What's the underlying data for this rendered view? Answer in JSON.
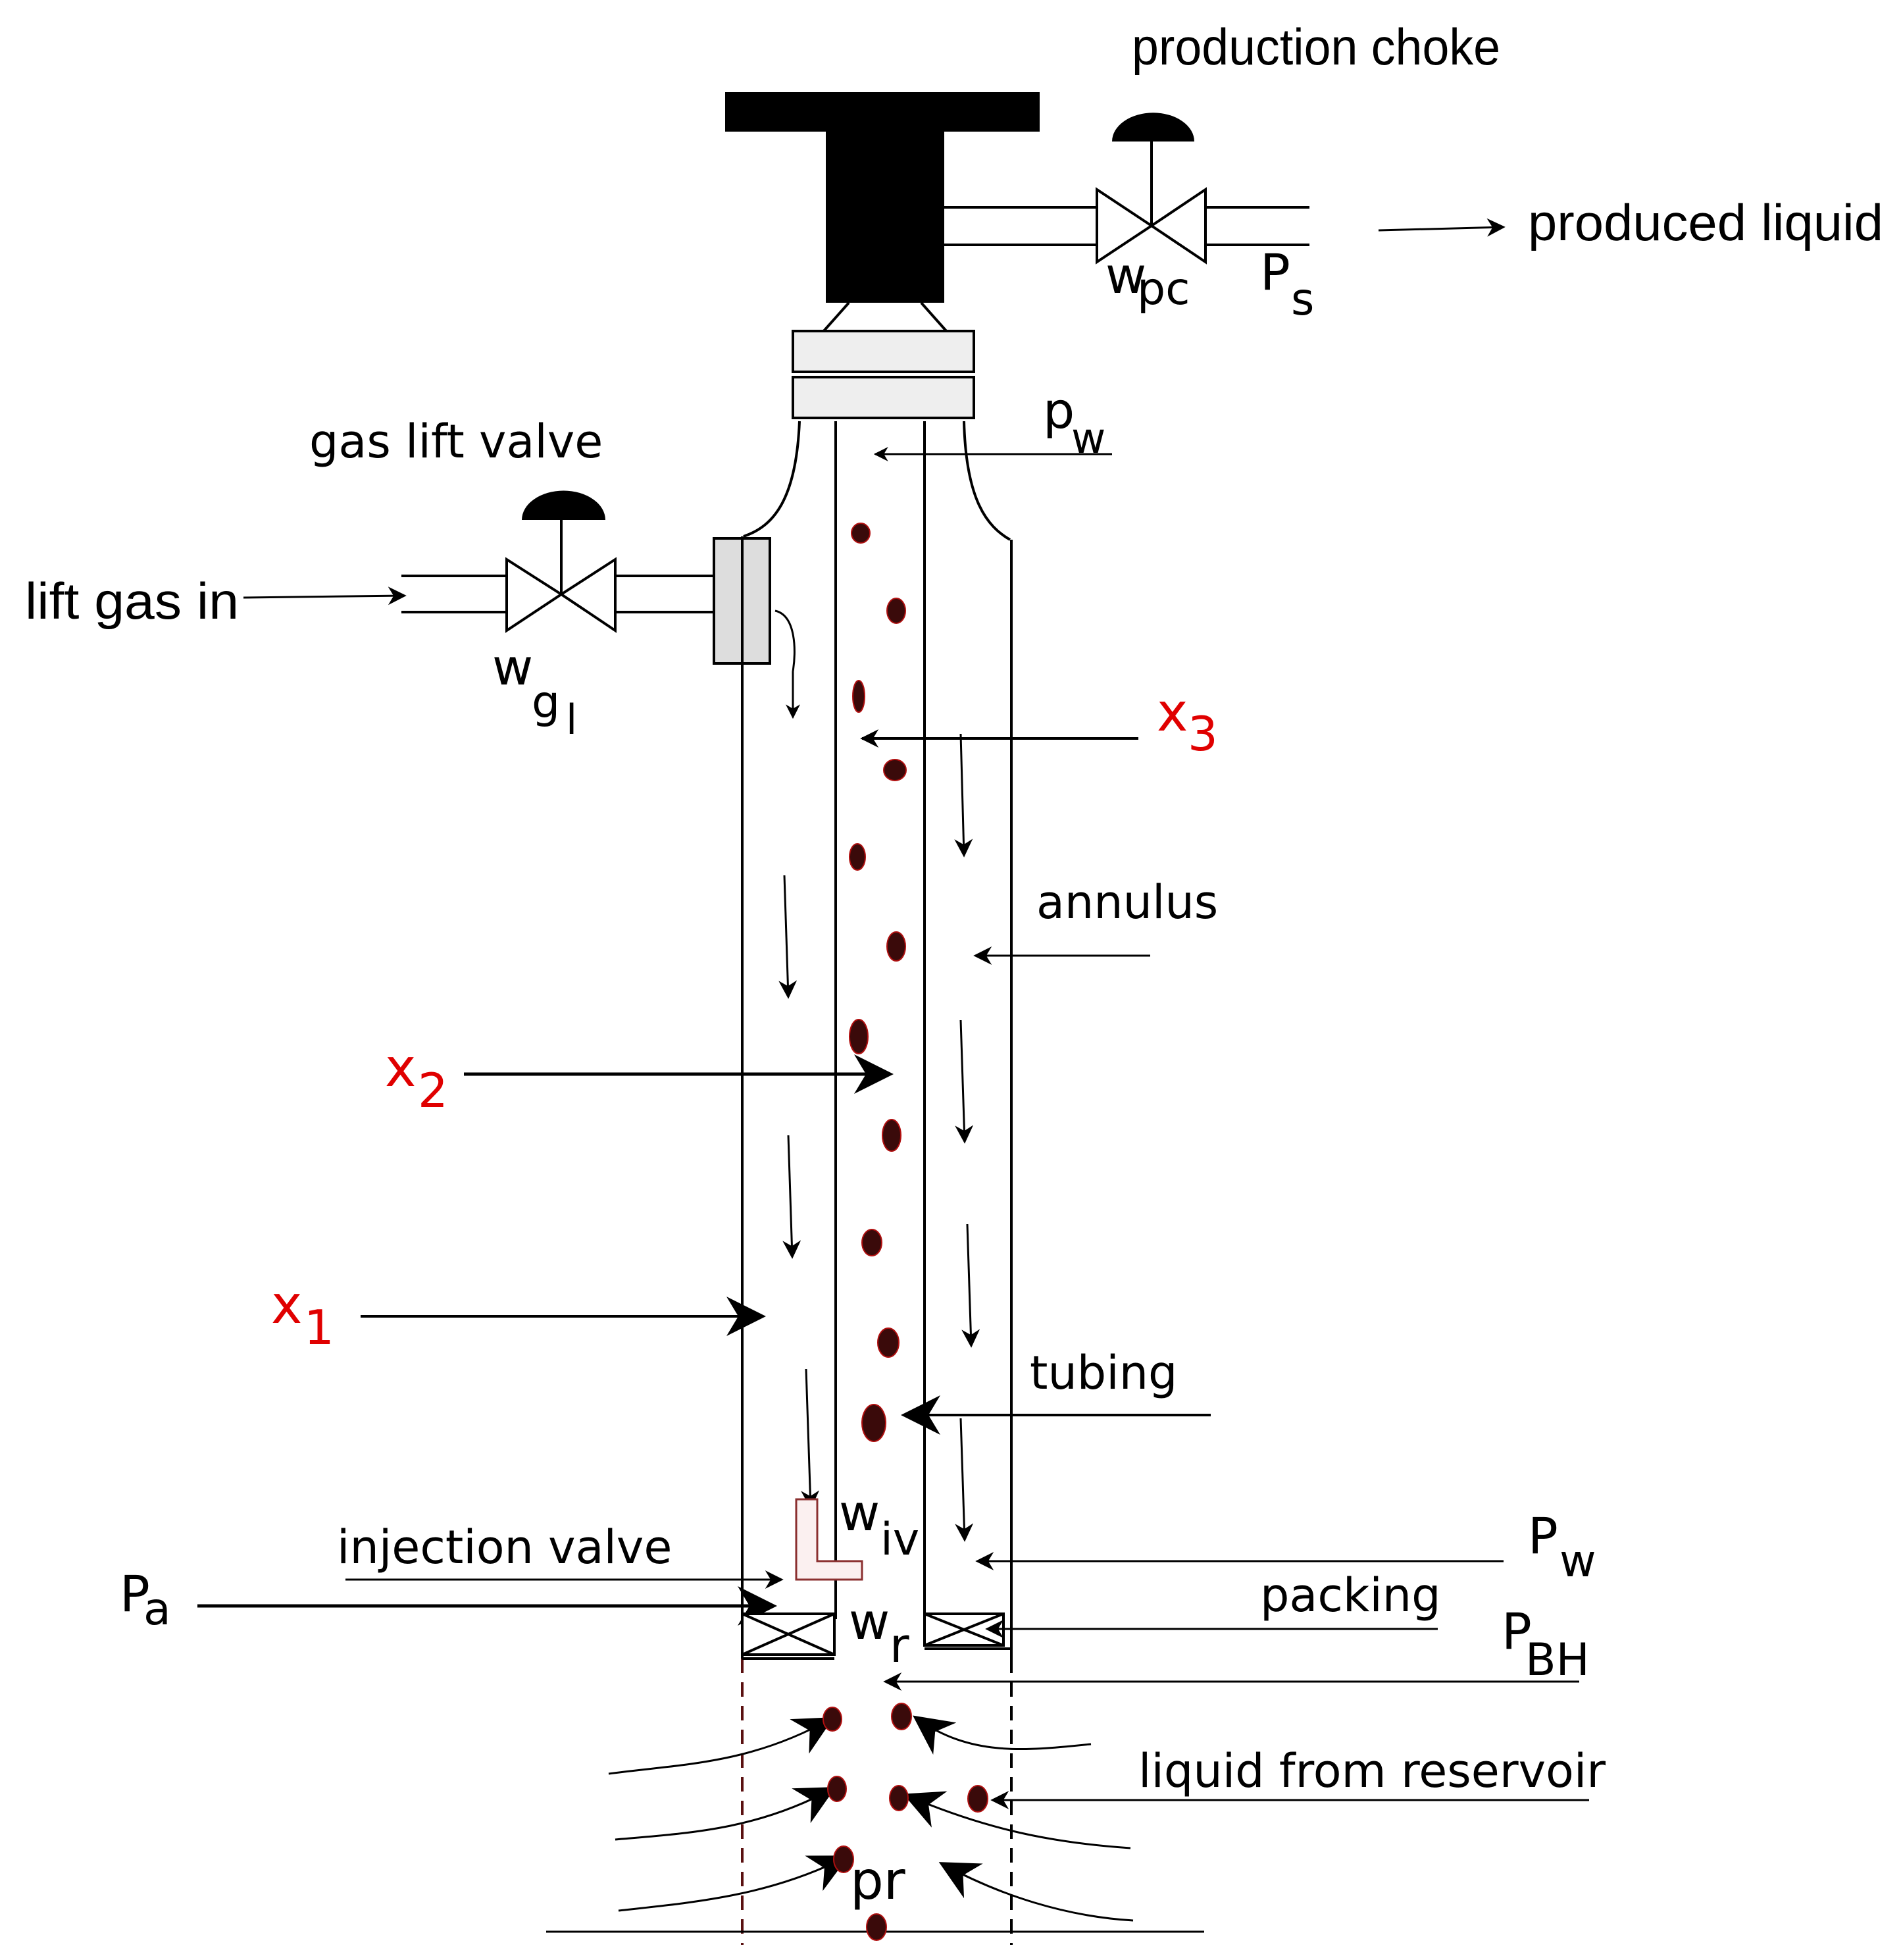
{
  "labels": {
    "production_choke": "production choke",
    "produced_liquid": "produced liquid",
    "gas_lift_valve": "gas lift valve",
    "lift_gas_in": "lift gas in",
    "annulus": "annulus",
    "tubing": "tubing",
    "injection_valve": "injection valve",
    "packing": "packing",
    "liquid_from_reservoir": "liquid from reservoir",
    "pr": "pr"
  },
  "symbols": {
    "wpc": {
      "base": "w",
      "sub": "pc"
    },
    "Ps": {
      "base": "P",
      "sub": "s"
    },
    "pw_top": {
      "base": "p",
      "sub": "w"
    },
    "wgl": {
      "base": "w",
      "sub": "g",
      "subsub": "l"
    },
    "x3": {
      "base": "x",
      "sub": "3"
    },
    "x2": {
      "base": "x",
      "sub": "2"
    },
    "x1": {
      "base": "x",
      "sub": "1"
    },
    "wiv": {
      "base": "w",
      "sub": "iv"
    },
    "Pw": {
      "base": "P",
      "sub": "w"
    },
    "Pa": {
      "base": "P",
      "sub": "a"
    },
    "wr": {
      "base": "w",
      "sub": "r"
    },
    "PBH": {
      "base": "P",
      "sub": "BH"
    }
  },
  "colors": {
    "line": "#000000",
    "state_label": "#e00000",
    "droplet_fill": "#3a0a0a",
    "droplet_edge": "#b01010",
    "valve_outline": "#8b3030"
  }
}
